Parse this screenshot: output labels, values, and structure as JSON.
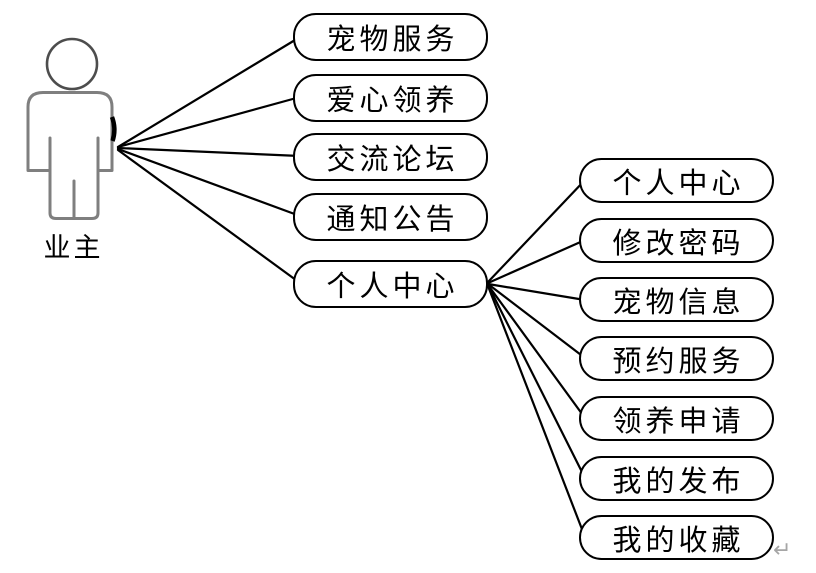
{
  "diagram": {
    "actor": {
      "label": "业主"
    },
    "primary_usecases": [
      {
        "label": "宠物服务"
      },
      {
        "label": "爱心领养"
      },
      {
        "label": "交流论坛"
      },
      {
        "label": "通知公告"
      },
      {
        "label": "个人中心"
      }
    ],
    "secondary_usecases": [
      {
        "label": "个人中心"
      },
      {
        "label": "修改密码"
      },
      {
        "label": "宠物信息"
      },
      {
        "label": "预约服务"
      },
      {
        "label": "领养申请"
      },
      {
        "label": "我的发布"
      },
      {
        "label": "我的收藏"
      }
    ],
    "edges": {
      "actor_to": [
        "宠物服务",
        "爱心领养",
        "交流论坛",
        "通知公告",
        "个人中心"
      ],
      "personal_center_to": [
        "个人中心",
        "修改密码",
        "宠物信息",
        "预约服务",
        "领养申请",
        "我的发布",
        "我的收藏"
      ]
    },
    "colors": {
      "node_stroke": "#000000",
      "connector": "#000000",
      "actor_body_outline": "#7f7f7f",
      "actor_head_outline": "#4d4d4d",
      "paragraph_mark": "#a6a6a6"
    },
    "paragraph_mark": "↵"
  }
}
